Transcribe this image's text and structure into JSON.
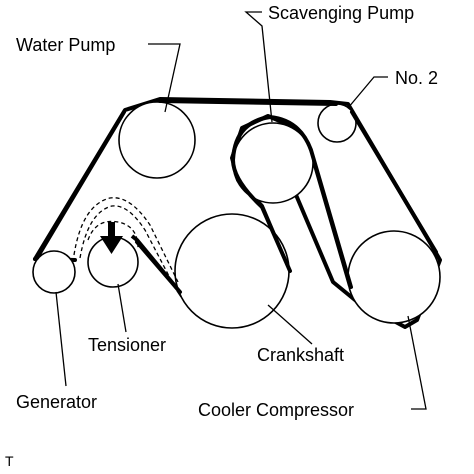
{
  "diagram": {
    "labels": {
      "water_pump": "Water Pump",
      "scavenging_pump": "Scavenging Pump",
      "no2": "No. 2",
      "tensioner": "Tensioner",
      "crankshaft": "Crankshaft",
      "generator": "Generator",
      "cooler_compressor": "Cooler Compressor"
    },
    "corner_mark": "T"
  }
}
